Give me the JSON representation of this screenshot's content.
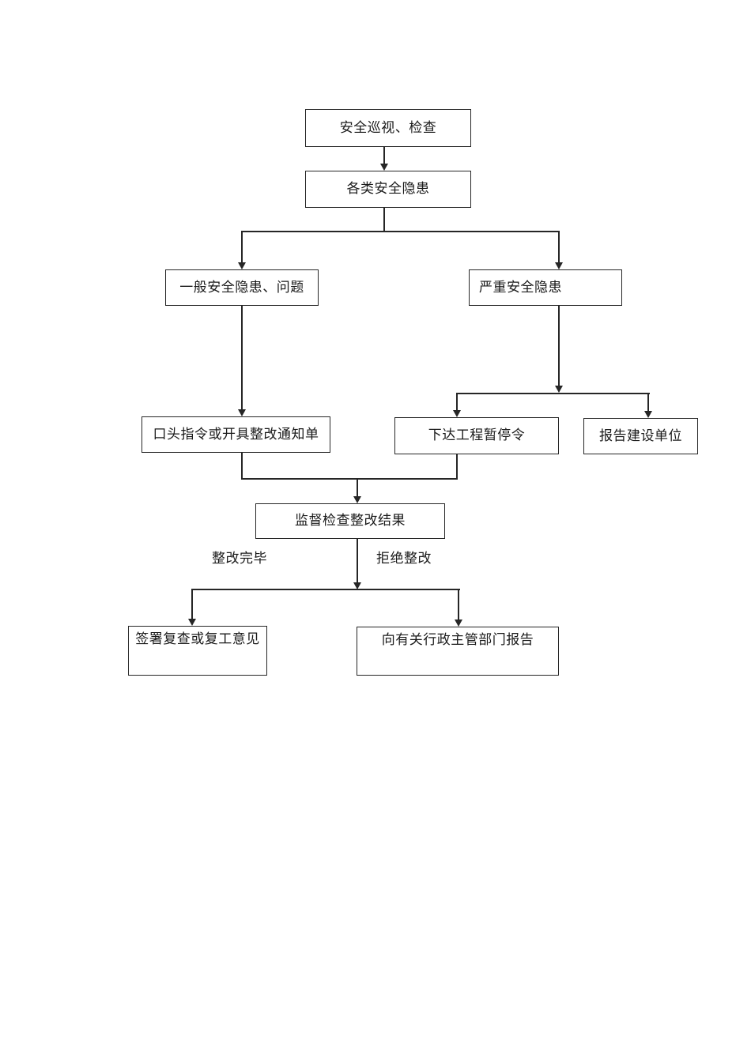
{
  "page": {
    "background": "#ffffff",
    "line_color": "#262626",
    "text_color": "#1a1a1a"
  },
  "flowchart": {
    "nodes": {
      "patrol": "安全巡视、检查",
      "hazards": "各类安全隐患",
      "general": "一般安全隐患、问题",
      "serious": "严重安全隐患",
      "verbal": "口头指令或开具整改通知单",
      "suspension": "下达工程暂停令",
      "report_owner": "报告建设单位",
      "supervise": "监督检查整改结果",
      "sign": "签署复查或复工意见",
      "report_admin": "向有关行政主管部门报告"
    },
    "edge_labels": {
      "done": "整改完毕",
      "refuse": "拒绝整改"
    }
  }
}
